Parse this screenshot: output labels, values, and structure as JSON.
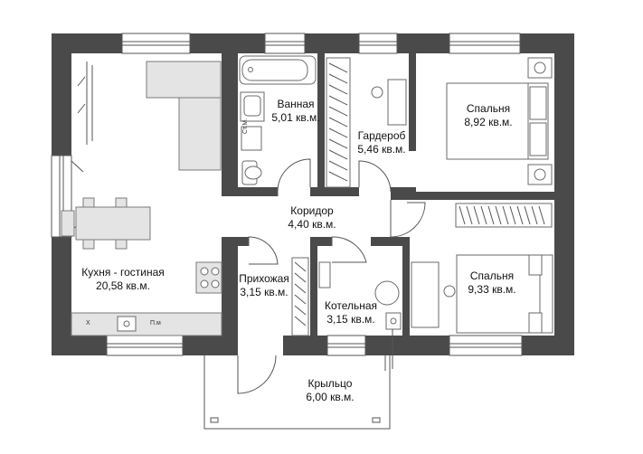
{
  "rooms": [
    {
      "id": "kitchen-living",
      "name": "Кухня - гостиная",
      "area": "20,58 кв.м."
    },
    {
      "id": "bathroom",
      "name": "Ванная",
      "area": "5,01 кв.м."
    },
    {
      "id": "wardrobe",
      "name": "Гардероб",
      "area": "5,46 кв.м."
    },
    {
      "id": "bedroom-1",
      "name": "Спальня",
      "area": "8,92 кв.м."
    },
    {
      "id": "corridor",
      "name": "Коридор",
      "area": "4,40 кв.м."
    },
    {
      "id": "hallway",
      "name": "Прихожая",
      "area": "3,15 кв.м."
    },
    {
      "id": "boiler",
      "name": "Котельная",
      "area": "3,15 кв.м."
    },
    {
      "id": "bedroom-2",
      "name": "Спальня",
      "area": "9,33 кв.м."
    },
    {
      "id": "porch",
      "name": "Крыльцо",
      "area": "6,00 кв.м."
    }
  ],
  "appliance_marks": {
    "washer": "Ст.М.",
    "dishwasher": "П.м",
    "fridge": "Х"
  },
  "colors": {
    "wall": "#4a4a4a",
    "furniture": "#e4e4e4",
    "background": "#ffffff"
  }
}
